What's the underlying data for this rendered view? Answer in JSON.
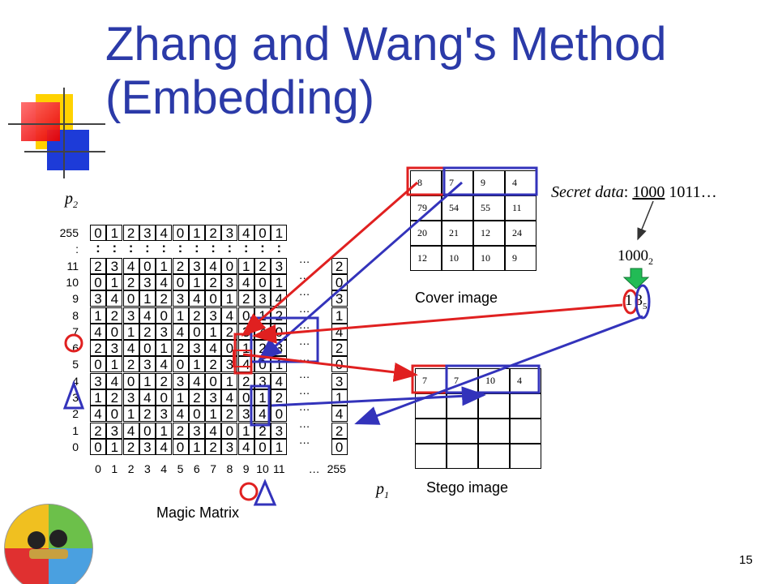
{
  "title": {
    "line1": "Zhang and Wang's Method",
    "line2": "(Embedding)"
  },
  "magic_matrix": {
    "caption": "Magic Matrix",
    "axis_p1": "p",
    "axis_p1_sub": "1",
    "axis_p2": "p",
    "axis_p2_sub": "2",
    "y_labels": [
      "255",
      ":",
      "11",
      "10",
      "9",
      "8",
      "7",
      "6",
      "5",
      "4",
      "3",
      "2",
      "1",
      "0"
    ],
    "x_labels": [
      "0",
      "1",
      "2",
      "3",
      "4",
      "5",
      "6",
      "7",
      "8",
      "9",
      "10",
      "11",
      "…",
      "255"
    ],
    "rows": [
      [
        "0",
        "1",
        "2",
        "3",
        "4",
        "0",
        "1",
        "2",
        "3",
        "4",
        "0",
        "1"
      ],
      [
        ":",
        ":",
        ":",
        ":",
        ":",
        ":",
        ":",
        ":",
        ":",
        ":",
        ":",
        ":"
      ],
      [
        "2",
        "3",
        "4",
        "0",
        "1",
        "2",
        "3",
        "4",
        "0",
        "1",
        "2",
        "3"
      ],
      [
        "0",
        "1",
        "2",
        "3",
        "4",
        "0",
        "1",
        "2",
        "3",
        "4",
        "0",
        "1"
      ],
      [
        "3",
        "4",
        "0",
        "1",
        "2",
        "3",
        "4",
        "0",
        "1",
        "2",
        "3",
        "4"
      ],
      [
        "1",
        "2",
        "3",
        "4",
        "0",
        "1",
        "2",
        "3",
        "4",
        "0",
        "1",
        "2"
      ],
      [
        "4",
        "0",
        "1",
        "2",
        "3",
        "4",
        "0",
        "1",
        "2",
        "3",
        "4",
        "0"
      ],
      [
        "2",
        "3",
        "4",
        "0",
        "1",
        "2",
        "3",
        "4",
        "0",
        "1",
        "2",
        "3"
      ],
      [
        "0",
        "1",
        "2",
        "3",
        "4",
        "0",
        "1",
        "2",
        "3",
        "4",
        "0",
        "1"
      ],
      [
        "3",
        "4",
        "0",
        "1",
        "2",
        "3",
        "4",
        "0",
        "1",
        "2",
        "3",
        "4"
      ],
      [
        "1",
        "2",
        "3",
        "4",
        "0",
        "1",
        "2",
        "3",
        "4",
        "0",
        "1",
        "2"
      ],
      [
        "4",
        "0",
        "1",
        "2",
        "3",
        "4",
        "0",
        "1",
        "2",
        "3",
        "4",
        "0"
      ],
      [
        "2",
        "3",
        "4",
        "0",
        "1",
        "2",
        "3",
        "4",
        "0",
        "1",
        "2",
        "3"
      ],
      [
        "0",
        "1",
        "2",
        "3",
        "4",
        "0",
        "1",
        "2",
        "3",
        "4",
        "0",
        "1"
      ]
    ],
    "ellipsis": "…",
    "right_column": [
      "2",
      "0",
      "3",
      "1",
      "4",
      "2",
      "0",
      "3",
      "1",
      "4",
      "2",
      "0"
    ]
  },
  "cover_image": {
    "caption": "Cover image",
    "rows": [
      [
        "8",
        "7",
        "9",
        "4"
      ],
      [
        "79",
        "54",
        "55",
        "11"
      ],
      [
        "20",
        "21",
        "12",
        "24"
      ],
      [
        "12",
        "10",
        "10",
        "9"
      ]
    ]
  },
  "stego_image": {
    "caption": "Stego image",
    "rows": [
      [
        "7",
        "7",
        "10",
        "4"
      ],
      [
        "",
        "",
        "",
        ""
      ],
      [
        "",
        "",
        "",
        ""
      ],
      [
        "",
        "",
        "",
        ""
      ]
    ]
  },
  "secret": {
    "label": "Secret data",
    "colon": ":",
    "first_group": "1000",
    "rest": "1011…",
    "binary": "1000",
    "binary_sub": "2",
    "digit1": "1",
    "digit2": "3",
    "digit_sub": "5"
  },
  "page_number": "15",
  "colors": {
    "title": "#2b3aa8",
    "red": "#e02020",
    "blue": "#3333bb",
    "green_arrow": "#22bb55"
  }
}
